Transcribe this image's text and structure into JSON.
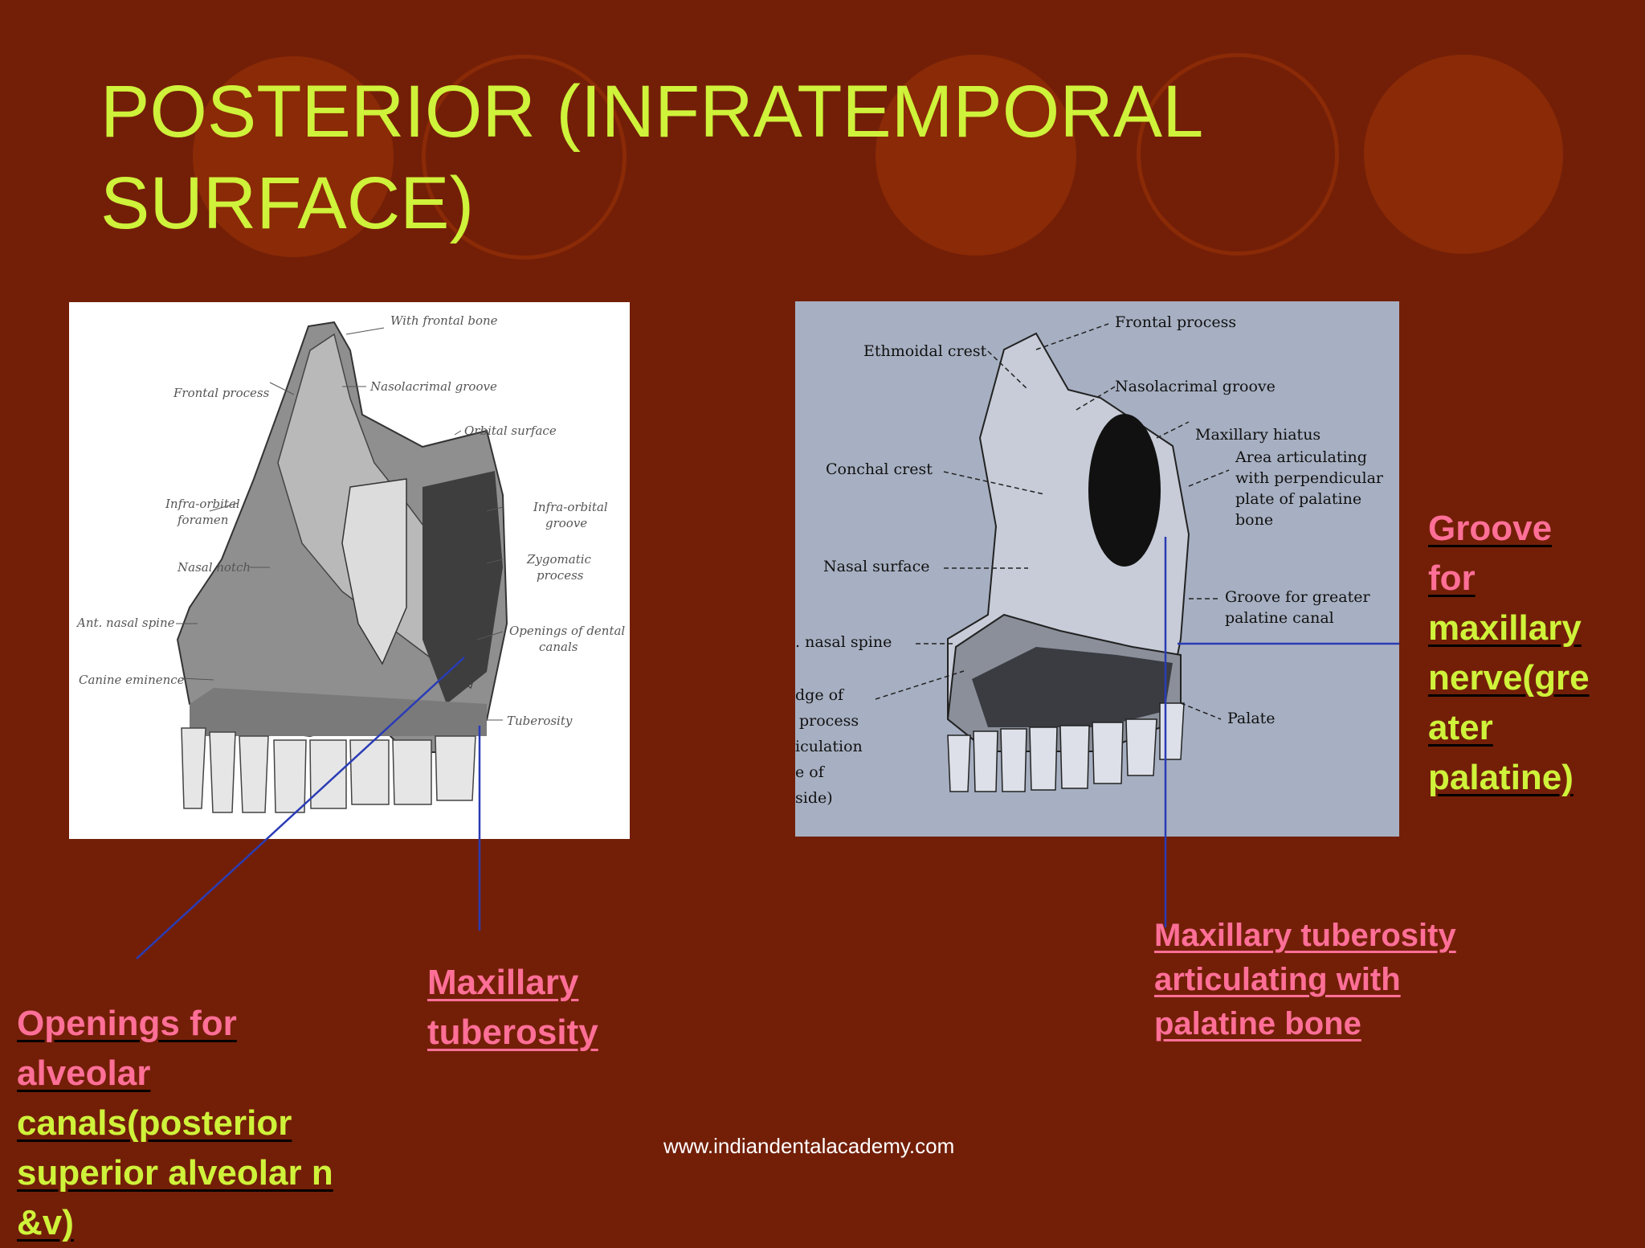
{
  "slide": {
    "title": "POSTERIOR (INFRATEMPORAL SURFACE)",
    "footer": "www.indiandentalacademy.com",
    "colors": {
      "background": "#731f08",
      "title": "#cff23a",
      "label_pink": "#ff6f97",
      "label_green": "#cff23a",
      "leader_line": "#2a3cb5",
      "decoration": "#8a2a06"
    }
  },
  "figure_left": {
    "labels": [
      "With frontal bone",
      "Frontal process",
      "Nasolacrimal groove",
      "Orbital surface",
      "Infra-orbital",
      "foramen",
      "Infra-orbital",
      "groove",
      "Nasal notch",
      "Zygomatic",
      "process",
      "Ant. nasal spine",
      "Openings of dental",
      "canals",
      "Canine eminence",
      "Tuberosity"
    ]
  },
  "figure_right": {
    "labels": [
      "Frontal process",
      "Ethmoidal crest",
      "Nasolacrimal groove",
      "Maxillary hiatus",
      "Area articulating",
      "with perpendicular",
      "plate of palatine",
      "bone",
      "Conchal crest",
      "Nasal surface",
      "Groove for greater",
      "palatine canal",
      ". nasal spine",
      "Palate",
      "dge of",
      "process",
      "iculation",
      "e of",
      "side)"
    ]
  },
  "labels": {
    "openings": {
      "line1": "Openings for",
      "line2": "alveolar",
      "line3": "canals(posterior",
      "line4": "superior alveolar n",
      "line5": "&v)"
    },
    "tuberosity": {
      "line1": "Maxillary",
      "line2": "tuberosity"
    },
    "articulating": {
      "line1": "Maxillary tuberosity",
      "line2": "articulating with",
      "line3": "palatine bone"
    },
    "groove": {
      "line1": "Groove",
      "line2": "for",
      "line3": "maxillary",
      "line4": "nerve(gre",
      "line5": "ater",
      "line6": "palatine)"
    }
  }
}
